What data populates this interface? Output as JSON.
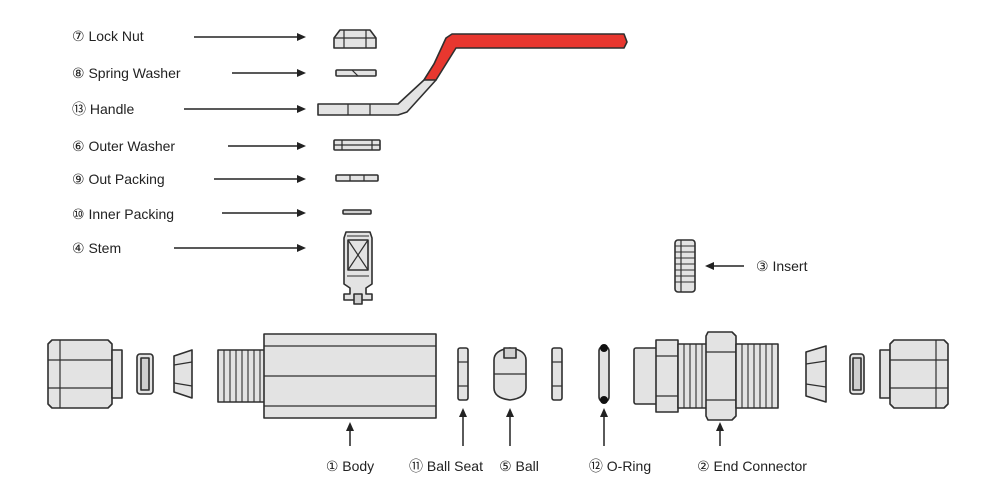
{
  "labels": {
    "lock_nut": "⑦ Lock Nut",
    "spring_washer": "⑧ Spring Washer",
    "handle": "⑬ Handle",
    "outer_washer": "⑥ Outer Washer",
    "out_packing": "⑨ Out Packing",
    "inner_packing": "⑩ Inner Packing",
    "stem": "④ Stem",
    "insert": "③ Insert",
    "body": "① Body",
    "ball_seat": "⑪ Ball Seat",
    "ball": "⑤ Ball",
    "o_ring": "⑫ O-Ring",
    "end_connector": "② End Connector"
  },
  "colors": {
    "handle_grip": "#e8372f",
    "part_fill": "#e3e3e3",
    "outline": "#2f2f2f"
  }
}
